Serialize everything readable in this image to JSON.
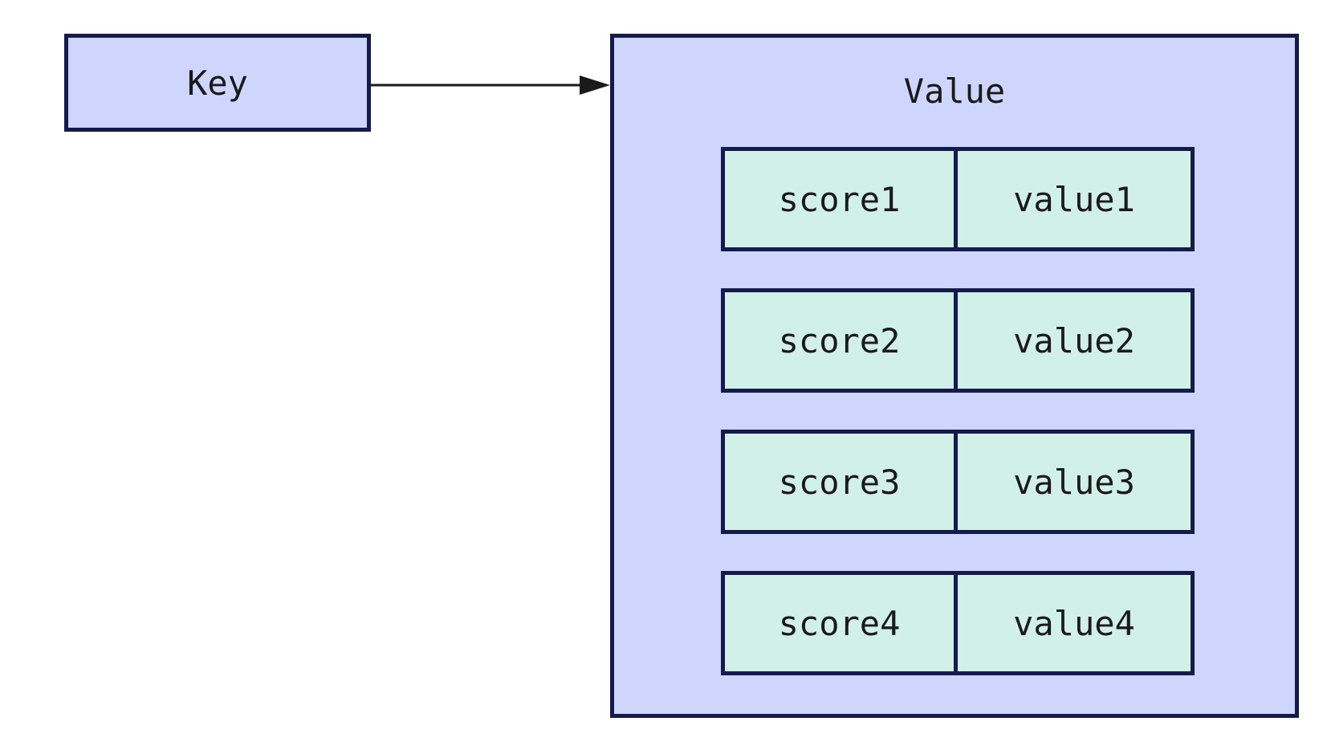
{
  "diagram": {
    "key_label": "Key",
    "value_label": "Value",
    "pairs": [
      {
        "score": "score1",
        "value": "value1"
      },
      {
        "score": "score2",
        "value": "value2"
      },
      {
        "score": "score3",
        "value": "value3"
      },
      {
        "score": "score4",
        "value": "value4"
      }
    ]
  },
  "colors": {
    "box_fill": "#ced6fd",
    "cell_fill": "#d0f0e8",
    "border": "#141a4a",
    "arrow": "#1a1a1a"
  }
}
